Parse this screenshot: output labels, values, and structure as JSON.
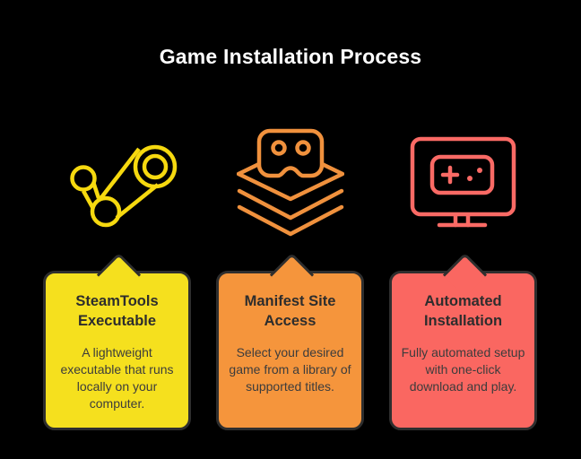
{
  "title": "Game Installation Process",
  "background_color": "#000000",
  "title_color": "#ffffff",
  "card_border_color": "#2e2e2e",
  "steps": [
    {
      "icon": "steam-logo-icon",
      "icon_color": "#f6d90f",
      "color": "#f5e01e",
      "title": "SteamTools Executable",
      "description": "A lightweight executable that runs locally on your computer."
    },
    {
      "icon": "gamepad-stack-icon",
      "icon_color": "#f0913d",
      "color": "#f5953c",
      "title": "Manifest Site Access",
      "description": "Select your desired game from a library of supported titles."
    },
    {
      "icon": "gaming-monitor-icon",
      "icon_color": "#fa6a65",
      "color": "#fa6761",
      "title": "Automated Installation",
      "description": "Fully automated setup with one-click download and play."
    }
  ]
}
